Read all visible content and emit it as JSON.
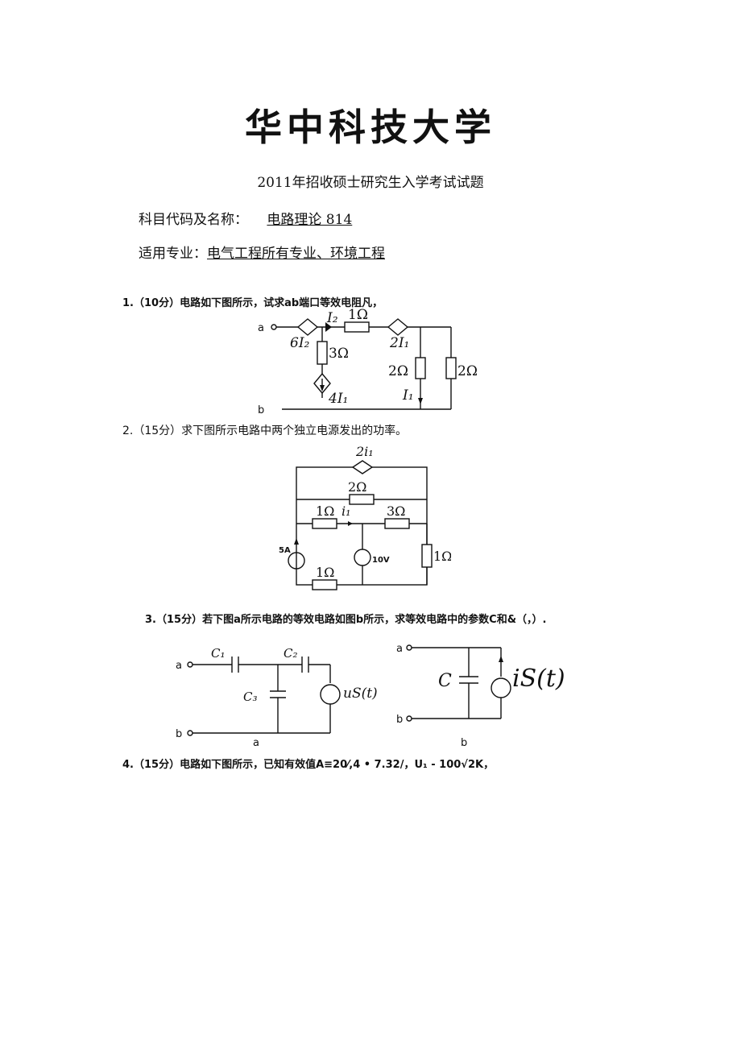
{
  "header": {
    "university": "华中科技大学",
    "exam_title": "2011年招收硕士研究生入学考试试题",
    "subject_label": "科目代码及名称：",
    "subject_value": "电路理论 814",
    "major_label": "适用专业：",
    "major_value": "电气工程所有专业、环境工程"
  },
  "questions": [
    {
      "text": "1.（10分）电路如下图所示，试求ab端口等效电阻凡，"
    },
    {
      "text": "2.（15分）求下图所示电路中两个独立电源发出的功率。"
    },
    {
      "text": "3.（15分）若下图a所示电路的等效电路如图b所示，求等效电路中的参数C和&（，）."
    },
    {
      "text": "4.（15分）电路如下图所示，已知有效值A≡20⁄,4 • 7.32/，U₁ - 100√2K，"
    }
  ],
  "circuit1": {
    "node_a": "a",
    "node_b": "b",
    "ccvs_label": "6I₂",
    "i2": "I₂",
    "r_top": "1Ω",
    "cccs_top": "2I₁",
    "r_3": "3Ω",
    "cccs_bottom": "4I₁",
    "r_2a": "2Ω",
    "i1": "I₁",
    "r_2b": "2Ω"
  },
  "circuit2": {
    "dep_source": "2i₁",
    "r_2": "2Ω",
    "r_1a": "1Ω",
    "i1": "i₁",
    "r_3": "3Ω",
    "current_source": "5A",
    "voltage_source": "10V",
    "r_1b": "1Ω",
    "r_1c": "1Ω"
  },
  "circuit3": {
    "a_node": "a",
    "b_node": "b",
    "c1": "C₁",
    "c2": "C₂",
    "c3": "C₃",
    "us": "uS(t)",
    "caption_a": "a",
    "caption_b": "b",
    "b_a_node": "a",
    "b_b_node": "b",
    "c": "C",
    "is": "iS(t)"
  }
}
